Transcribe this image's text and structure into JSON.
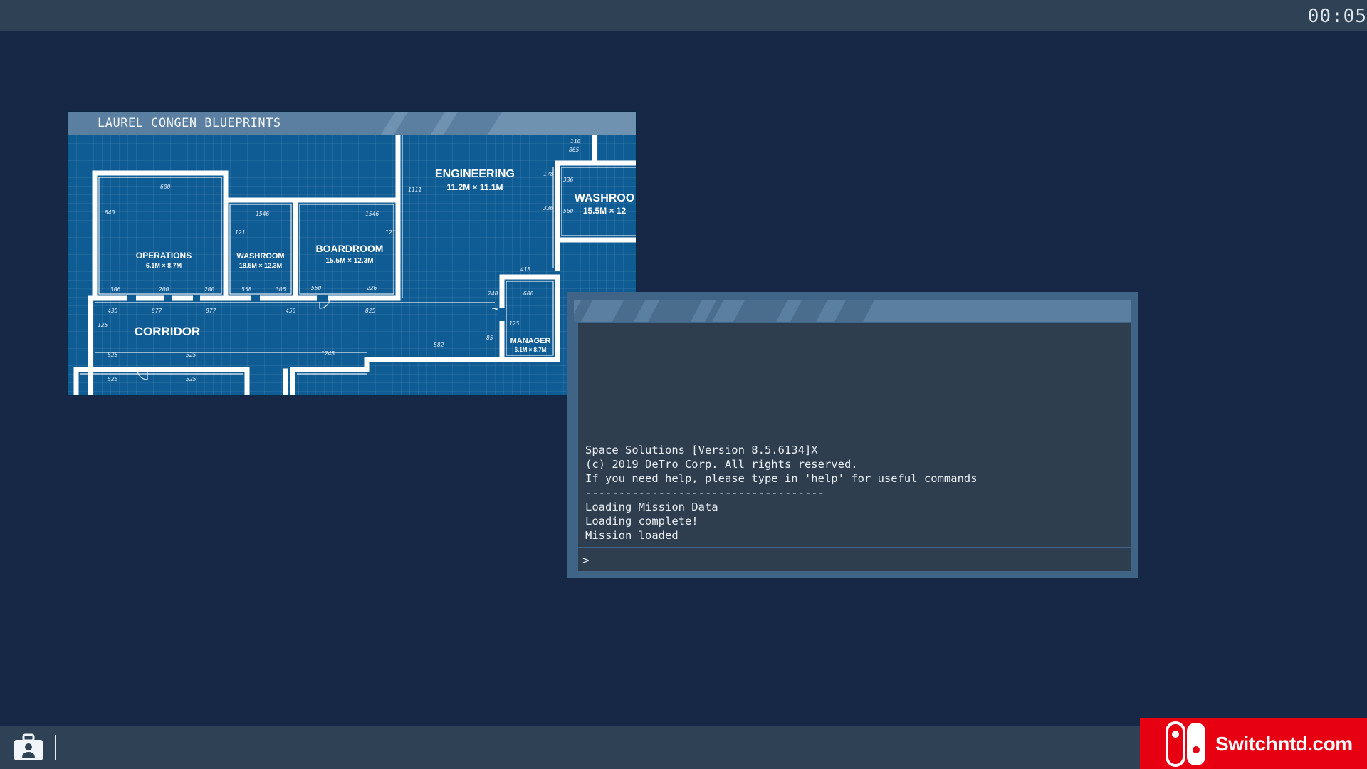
{
  "clock": "00:05",
  "blueprint_window": {
    "title": "LAUREL CONGEN BLUEPRINTS",
    "rooms": [
      {
        "name": "OPERATIONS",
        "size": "6.1M × 8.7M"
      },
      {
        "name": "WASHROOM",
        "size": "18.5M × 12.3M"
      },
      {
        "name": "BOARDROOM",
        "size": "15.5M × 12.3M"
      },
      {
        "name": "ENGINEERING",
        "size": "11.2M × 11.1M"
      },
      {
        "name": "WASHROO",
        "size": "15.5M × 12"
      },
      {
        "name": "CORRIDOR",
        "size": ""
      },
      {
        "name": "MANAGER",
        "size": "6.1M × 8.7M"
      }
    ],
    "dims": [
      "600",
      "840",
      "1546",
      "121",
      "1546",
      "121",
      "306",
      "200",
      "200",
      "558",
      "306",
      "550",
      "226",
      "435",
      "877",
      "877",
      "450",
      "825",
      "125",
      "525",
      "525",
      "1248",
      "582",
      "418",
      "600",
      "240",
      "125",
      "85",
      "525",
      "525",
      "1111",
      "178",
      "336",
      "865",
      "336",
      "560",
      "110"
    ]
  },
  "terminal": {
    "lines": [
      "Space Solutions [Version 8.5.6134]X",
      "(c) 2019 DeTro Corp. All rights reserved.",
      "If you need help, please type in 'help' for useful commands",
      "------------------------------------",
      "Loading Mission Data",
      "Loading complete!",
      "Mission loaded"
    ],
    "prompt": ">",
    "input_value": ""
  },
  "taskbar": {
    "icon": "briefcase-person-icon"
  },
  "watermark": {
    "text": "Switchntd.com",
    "icon": "nintendo-switch-logo"
  },
  "colors": {
    "desktop": "#172846",
    "bar": "#2f4255",
    "blueprint": "#0f5b94",
    "terminal_frame": "#3f6485",
    "terminal_body": "#2e3e4f",
    "watermark": "#e60012"
  }
}
